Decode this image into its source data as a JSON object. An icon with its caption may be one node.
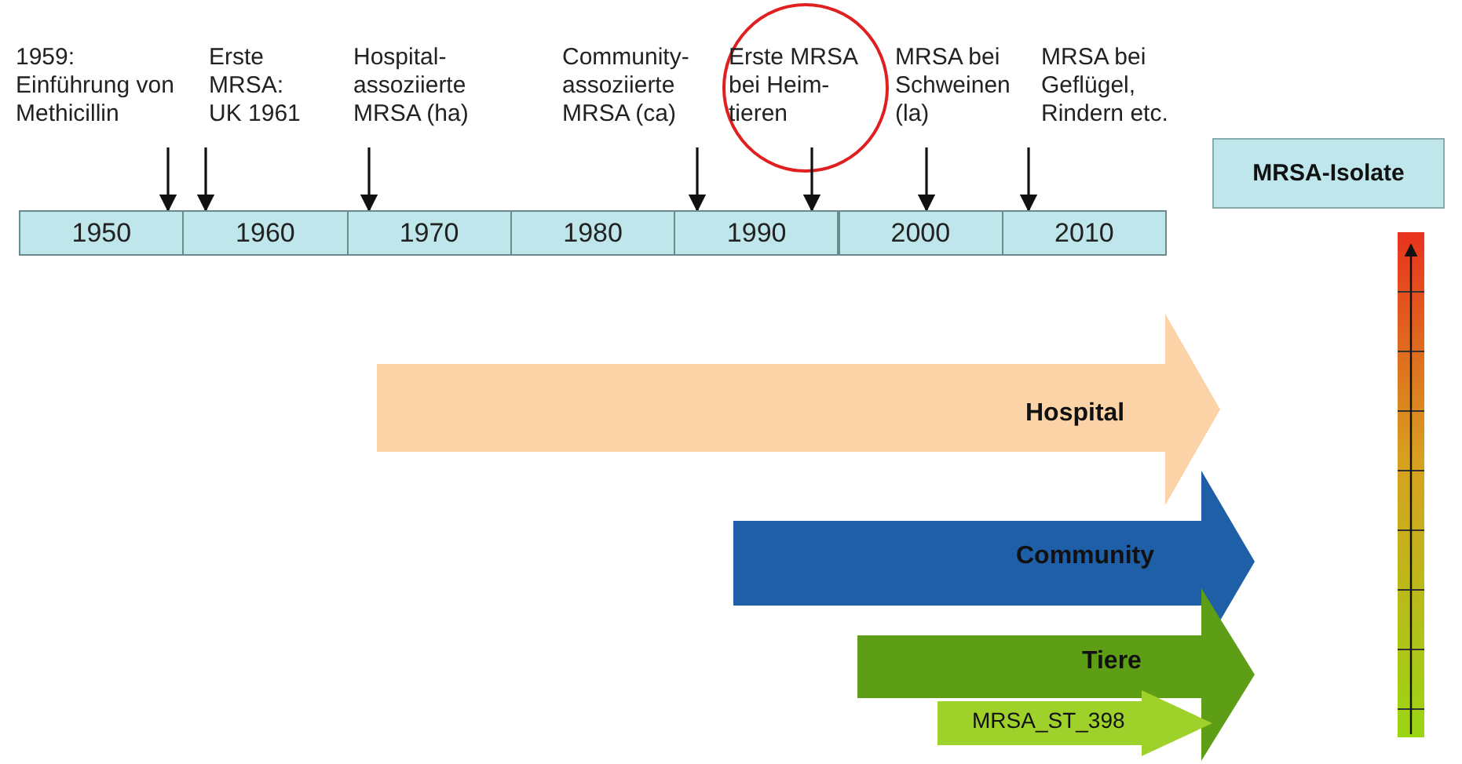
{
  "diagram": {
    "nodes": [
      {
        "text": [
          "1959: Einführung von Methicillin"
        ]
      },
      {
        "text": [
          "Erste MRSA: UK 1961"
        ]
      },
      {
        "text": [
          "Hospital-assoziierte MRSA (ha)"
        ]
      },
      {
        "text": [
          "Community-assoziierte MRSA (ca)"
        ]
      },
      {
        "text": [
          "Erste MRSA bei Heim-tieren"
        ]
      },
      {
        "text": [
          "MRSA bei Schweinen (la)"
        ]
      },
      {
        "text": [
          "MRSA bei Geflügel, Rindern etc."
        ]
      },
      {
        "text": [
          "1950"
        ]
      },
      {
        "text": [
          "1960"
        ]
      },
      {
        "text": [
          "1970"
        ]
      },
      {
        "text": [
          "1980"
        ]
      },
      {
        "text": [
          "1990"
        ]
      },
      {
        "text": [
          "2000"
        ]
      },
      {
        "text": [
          "2010"
        ]
      },
      {
        "text": [
          "MRSA-Isolate"
        ]
      },
      {
        "text": [
          "Hospital"
        ]
      },
      {
        "text": [
          "Community"
        ]
      },
      {
        "text": [
          "Tiere"
        ]
      },
      {
        "text": [
          "MRSA_ST_398"
        ]
      }
    ],
    "edges": [
      {
        "from": 0,
        "to": 7,
        "arrow": "to"
      },
      {
        "from": 1,
        "to": 8,
        "arrow": "to"
      },
      {
        "from": 2,
        "to": 9,
        "arrow": "to"
      },
      {
        "from": 3,
        "to": 11,
        "arrow": "to"
      },
      {
        "from": 4,
        "to": 11,
        "arrow": "to"
      },
      {
        "from": 5,
        "to": 12,
        "arrow": "to"
      },
      {
        "from": 6,
        "to": 13,
        "arrow": "to"
      }
    ]
  }
}
